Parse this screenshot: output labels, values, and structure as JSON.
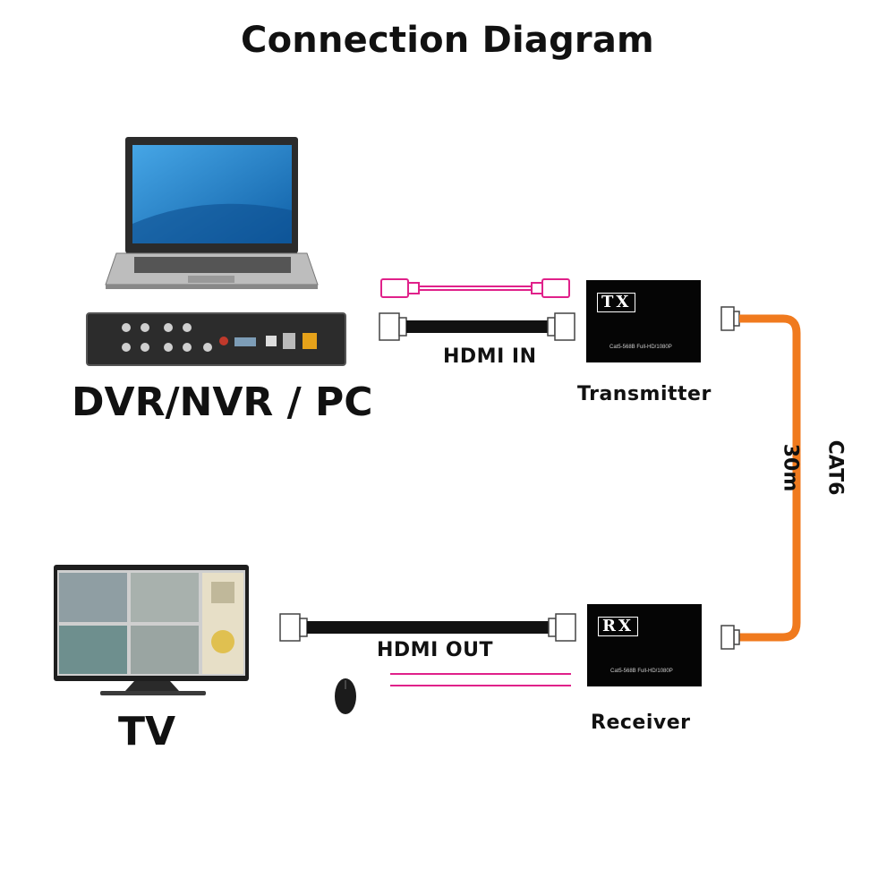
{
  "title": "Connection Diagram",
  "source_label": "DVR/NVR / PC",
  "tv_label": "TV",
  "hdmi_in_label": "HDMI IN",
  "hdmi_out_label": "HDMI OUT",
  "transmitter": {
    "label": "Transmitter",
    "box_id": "TX",
    "spec": "Cat5-568B   Full-HD/1080P"
  },
  "receiver": {
    "label": "Receiver",
    "box_id": "RX",
    "spec": "Cat5-568B   Full-HD/1080P"
  },
  "cable_type": "CAT6",
  "cable_length": "30m",
  "colors": {
    "cat_cable": "#f07a1e",
    "pink_cable": "#e0218a",
    "hdmi_cable": "#111111",
    "laptop_screen": "#1a78c2"
  }
}
